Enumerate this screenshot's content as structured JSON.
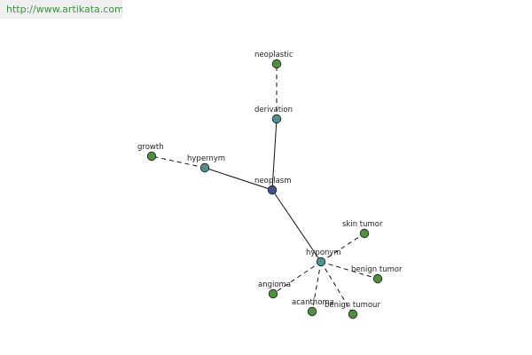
{
  "header": {
    "url": "http://www.artikata.com"
  },
  "colors": {
    "root": "#3f4f8f",
    "relation": "#4f8f8f",
    "leaf": "#4f8f3f",
    "edge": "#111111"
  },
  "nodes": {
    "neoplasm": "neoplasm",
    "derivation": "derivation",
    "neoplastic": "neoplastic",
    "hypernym": "hypernym",
    "growth": "growth",
    "hyponym": "hyponym",
    "skin_tumor": "skin tumor",
    "benign_tumor": "benign tumor",
    "benign_tumour": "benign tumour",
    "acanthoma": "acanthoma",
    "angioma": "angioma"
  }
}
